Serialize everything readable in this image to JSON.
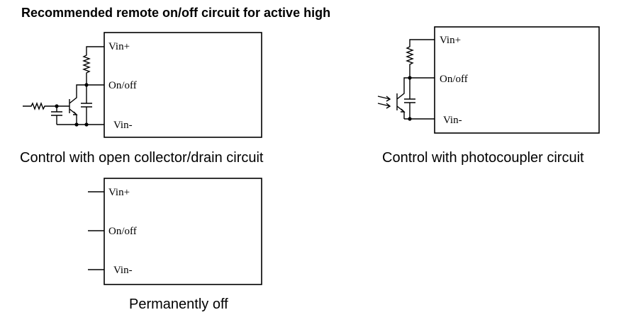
{
  "title": "Recommended remote on/off circuit for active high",
  "diagrams": [
    {
      "caption": "Control with open collector/drain circuit",
      "pins": [
        "Vin+",
        "On/off",
        "Vin-"
      ]
    },
    {
      "caption": "Control with photocoupler circuit",
      "pins": [
        "Vin+",
        "On/off",
        "Vin-"
      ]
    },
    {
      "caption": "Permanently off",
      "pins": [
        "Vin+",
        "On/off",
        "Vin-"
      ]
    }
  ]
}
